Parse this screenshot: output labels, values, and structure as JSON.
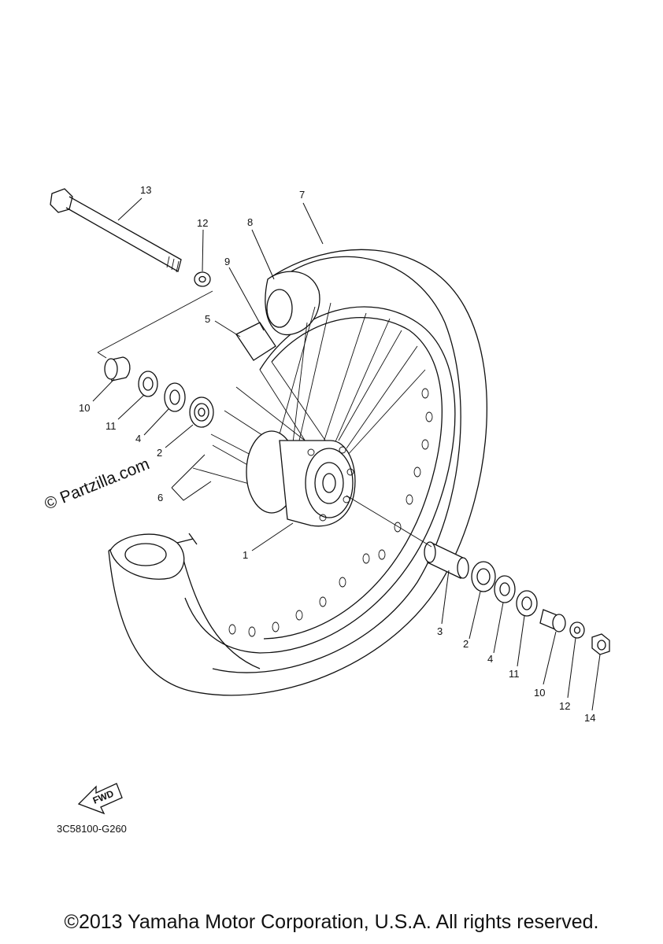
{
  "diagram": {
    "callouts": [
      "13",
      "12",
      "7",
      "8",
      "9",
      "5",
      "10",
      "11",
      "4",
      "2",
      "6",
      "1",
      "3",
      "2",
      "4",
      "11",
      "10",
      "12",
      "14"
    ],
    "watermark": "© Partzilla.com",
    "fwd_label": "FWD",
    "part_code": "3C58100-G260",
    "copyright": "©2013 Yamaha Motor Corporation, U.S.A. All rights reserved."
  }
}
